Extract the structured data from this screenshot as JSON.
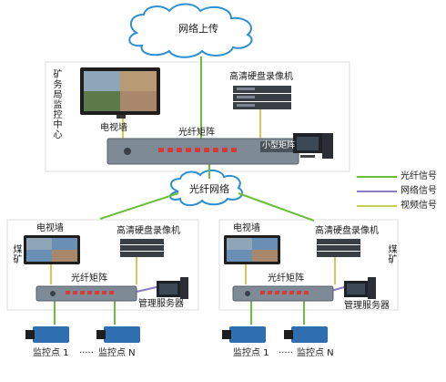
{
  "cloud_top": {
    "label": "网络上传"
  },
  "cloud_mid": {
    "label": "光纤网络"
  },
  "hq": {
    "side_label": "矿务局监控中心",
    "tv_wall": "电视墙",
    "nvr": "高清硬盘录像机",
    "matrix_label": "光纤矩阵",
    "matrix_brand": "小型矩阵"
  },
  "mine_left": {
    "side_label": "煤矿",
    "tv_wall": "电视墙",
    "nvr": "高清硬盘录像机",
    "matrix_label": "光纤矩阵",
    "server": "管理服务器",
    "point_a": "监控点 1",
    "point_b": "监控点 N",
    "dots": "·····"
  },
  "mine_right": {
    "side_label": "煤矿",
    "tv_wall": "电视墙",
    "nvr": "高清硬盘录像机",
    "matrix_label": "光纤矩阵",
    "server": "管理服务器",
    "point_a": "监控点 1",
    "point_b": "监控点 N",
    "dots": "·····"
  },
  "legend": [
    {
      "label": "光纤信号",
      "color": "#6cbf3a"
    },
    {
      "label": "网络信号",
      "color": "#8a7bc4"
    },
    {
      "label": "视频信号",
      "color": "#c9cf55"
    }
  ],
  "colors": {
    "fiber": "#6cbf3a",
    "network": "#8a7bc4",
    "video": "#c9cf55",
    "cloud_stroke": "#2d8fd0"
  }
}
